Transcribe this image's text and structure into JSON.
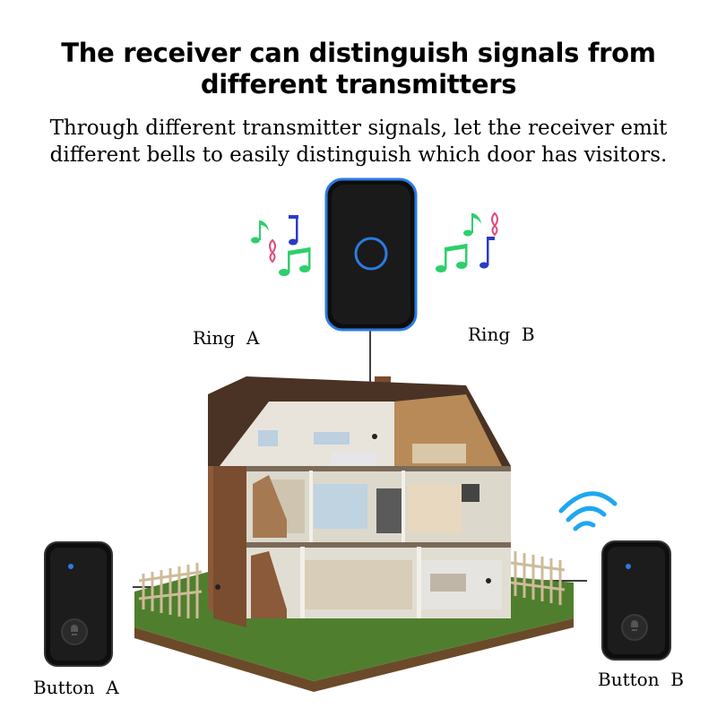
{
  "heading": {
    "line1": "The receiver can distinguish signals from",
    "line2": "different transmitters"
  },
  "description": {
    "line1": "Through different transmitter signals, let the receiver emit",
    "line2": "different bells to easily distinguish which door has visitors."
  },
  "labels": {
    "ring_a": "Ring  A",
    "ring_b": "Ring  B",
    "button_a": "Button  A",
    "button_b": "Button  B"
  },
  "colors": {
    "receiver_glow": "#2b7be0",
    "wifi": "#1ea7f0",
    "note_green": "#2ecf6b",
    "note_blue": "#2a3cc4",
    "note_pink": "#e04a7a"
  }
}
